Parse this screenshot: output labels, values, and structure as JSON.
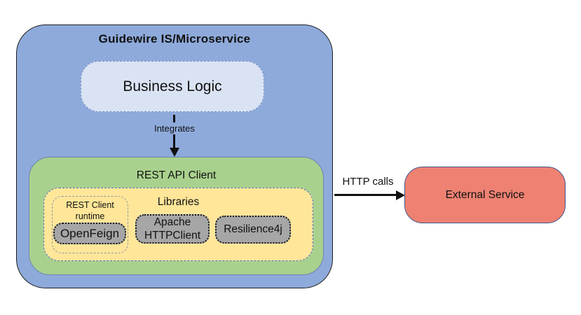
{
  "diagram": {
    "microservice": {
      "title": "Guidewire IS/Microservice",
      "business_logic": {
        "label": "Business Logic"
      },
      "integrates_arrow": {
        "label": "Integrates"
      },
      "rest_api_client": {
        "label": "REST API Client",
        "libraries": {
          "label": "Libraries",
          "rest_client_runtime": {
            "label": "REST Client runtime",
            "open_feign": {
              "label": "OpenFeign"
            }
          },
          "apache_http_client": {
            "label": "Apache HTTPClient"
          },
          "resilience4j": {
            "label": "Resilience4j"
          }
        }
      }
    },
    "http_calls_arrow": {
      "label": "HTTP calls"
    },
    "external_service": {
      "label": "External Service"
    },
    "colors": {
      "container_blue": "#8eaadb",
      "business_logic_fill": "#dae3f3",
      "business_logic_border": "#6e8ec6",
      "rest_api_green": "#a9d18e",
      "libraries_yellow": "#ffe699",
      "libraries_border_blue": "#4a71bd",
      "runtime_border_gray": "#9097a3",
      "chip_gray": "#a6a6a6",
      "external_service_fill": "#ee8172",
      "external_service_border": "#44568c",
      "arrow_black": "#111111",
      "outer_border_black": "#1f1f1f"
    }
  }
}
